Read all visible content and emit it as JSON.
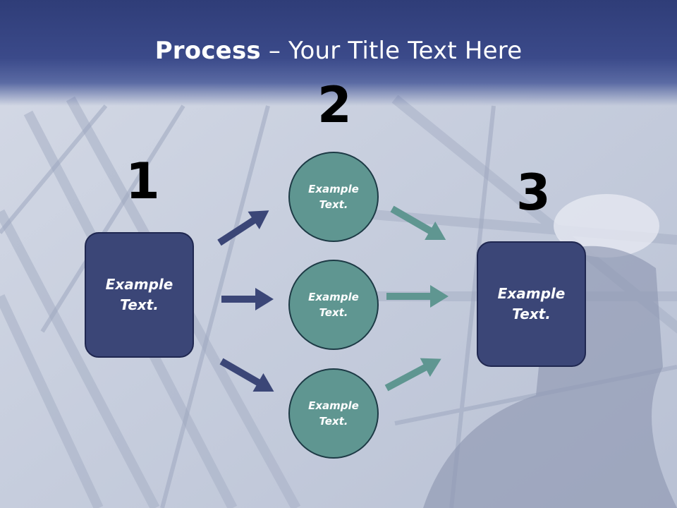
{
  "slide": {
    "title_bold": "Process",
    "title_rest": " – Your Title Text Here"
  },
  "steps": [
    {
      "number": "1",
      "text": "Example\nText."
    },
    {
      "number": "2",
      "items": [
        "Example\nText.",
        "Example\nText.",
        "Example\nText."
      ]
    },
    {
      "number": "3",
      "text": "Example\nText."
    }
  ],
  "colors": {
    "header": "#3b4a8a",
    "box_fill": "#3b4677",
    "circle_fill": "#5f9691",
    "arrow_left": "#3b4677",
    "arrow_right": "#5f9691"
  }
}
